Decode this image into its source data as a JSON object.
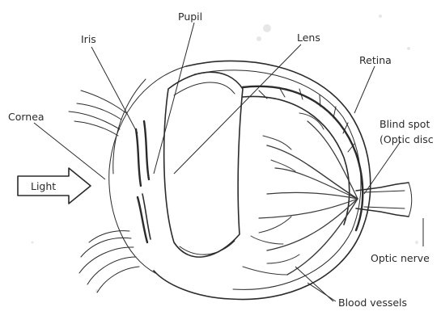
{
  "labels": {
    "pupil": "Pupil",
    "iris": "Iris",
    "lens": "Lens",
    "retina": "Retina",
    "cornea": "Cornea",
    "blind_spot_line1": "Blind spot",
    "blind_spot_line2": "(Optic disc",
    "light": "Light",
    "optic_nerve": "Optic nerve",
    "blood_vessels": "Blood vessels"
  }
}
